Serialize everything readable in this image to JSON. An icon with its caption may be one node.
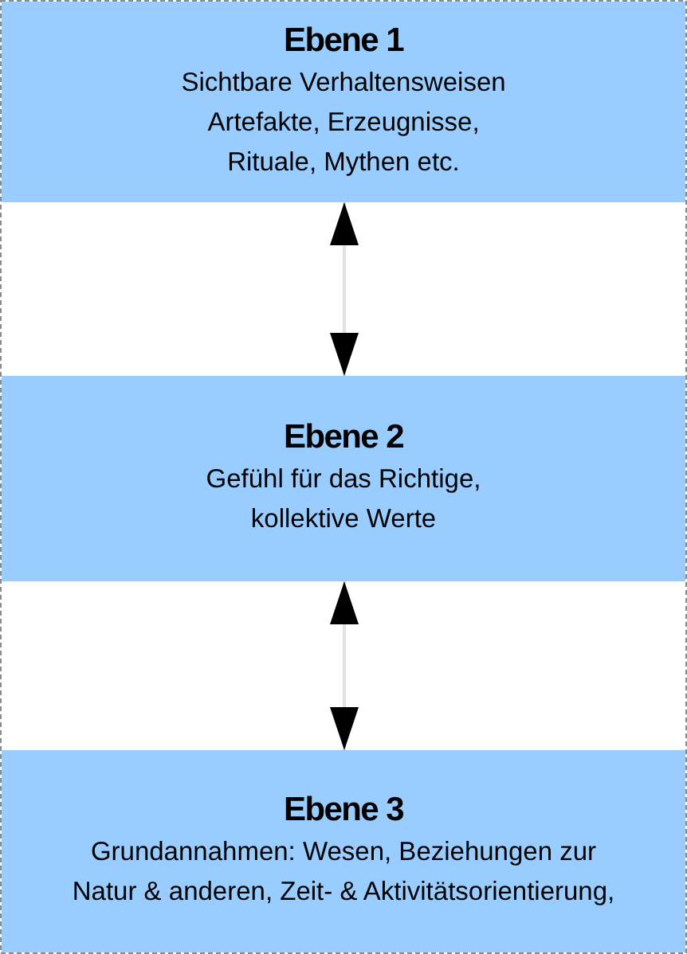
{
  "diagram": {
    "nodes": [
      {
        "text": [
          "Ebene 1",
          "Sichtbare Verhaltensweisen Artefakte, Erzeugnisse, Rituale, Mythen etc."
        ]
      },
      {
        "text": [
          "Ebene 2",
          "Gefühl für das Richtige, kollektive Werte"
        ]
      },
      {
        "text": [
          "Ebene 3",
          "Grundannahmen: Wesen, Beziehungen zur Natur & anderen, Zeit- & Aktivitätsorientierung,"
        ]
      }
    ],
    "edges": [
      {
        "from": 0,
        "to": 1,
        "arrow": "both"
      },
      {
        "from": 1,
        "to": 2,
        "arrow": "both"
      }
    ]
  }
}
